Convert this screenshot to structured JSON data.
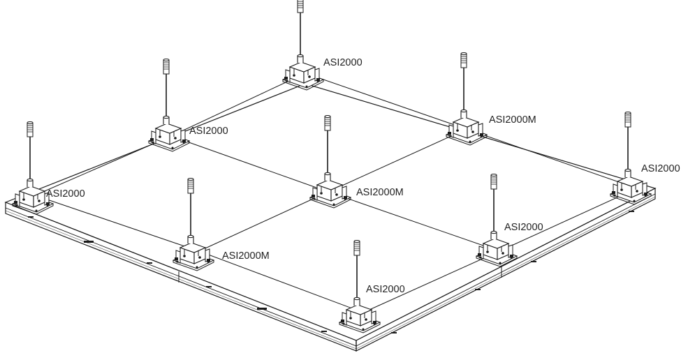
{
  "colors": {
    "line": "#1a1a1a",
    "fill": "#ffffff"
  },
  "mount_labels": {
    "back": "ASI2000",
    "upper_left": "ASI2000",
    "upper_right": "ASI2000M",
    "left": "ASI2000",
    "center": "ASI2000M",
    "right": "ASI2000",
    "lower_left": "ASI2000M",
    "lower_right": "ASI2000",
    "front": "ASI2000"
  },
  "icons": [
    "ceiling-mount-icon",
    "drop-rod-icon",
    "speaker-panel-icon"
  ]
}
